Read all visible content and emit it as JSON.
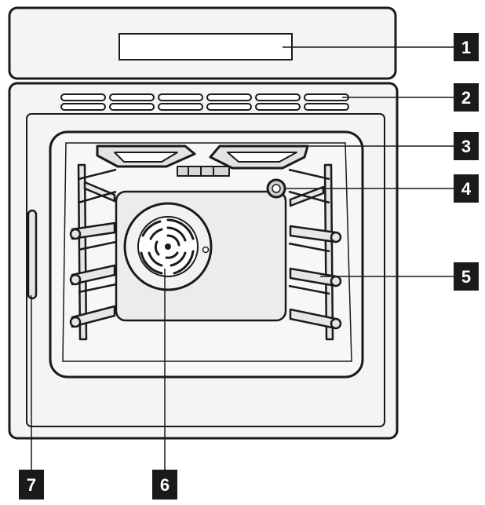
{
  "colors": {
    "line": "#1a1a1a",
    "fill": "#f4f4f4",
    "shade": "#e3e3e3",
    "label_bg": "#1a1a1a",
    "label_text": "#ffffff"
  },
  "callouts": [
    {
      "number": "1"
    },
    {
      "number": "2"
    },
    {
      "number": "3"
    },
    {
      "number": "4"
    },
    {
      "number": "5"
    },
    {
      "number": "6"
    },
    {
      "number": "7"
    }
  ]
}
